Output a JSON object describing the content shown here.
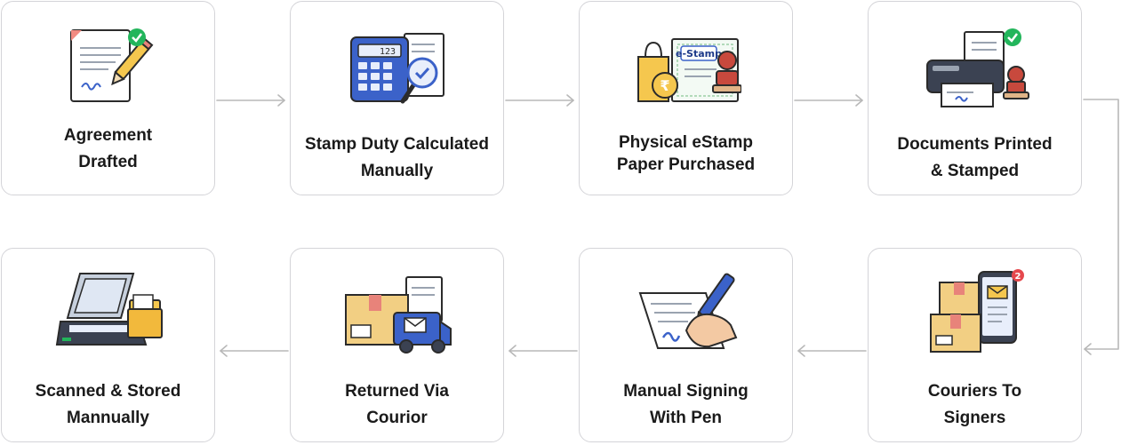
{
  "steps": [
    {
      "id": "agreement-drafted",
      "lines": [
        "Agreement",
        "Drafted"
      ],
      "icon": "agreement-pen-icon"
    },
    {
      "id": "stamp-duty-calculated",
      "lines": [
        "Stamp Duty Calculated",
        "Manually"
      ],
      "icon": "calculator-magnifier-icon"
    },
    {
      "id": "estamp-purchased",
      "lines": [
        "Physical eStamp",
        "Paper Purchased"
      ],
      "icon": "estamp-paper-icon",
      "badge_text": "e-Stamp"
    },
    {
      "id": "documents-printed",
      "lines": [
        "Documents Printed",
        "& Stamped"
      ],
      "icon": "printer-stamp-icon"
    },
    {
      "id": "couriers-to-signers",
      "lines": [
        "Couriers To",
        "Signers"
      ],
      "icon": "courier-boxes-phone-icon",
      "notification_count": "2"
    },
    {
      "id": "manual-signing",
      "lines": [
        "Manual Signing",
        "With Pen"
      ],
      "icon": "hand-signing-icon"
    },
    {
      "id": "returned-via-courior",
      "lines": [
        "Returned Via",
        "Courior"
      ],
      "icon": "delivery-truck-icon"
    },
    {
      "id": "scanned-stored",
      "lines": [
        "Scanned & Stored",
        "Mannually"
      ],
      "icon": "scanner-folder-icon"
    }
  ],
  "colors": {
    "border": "#d4d4d8",
    "arrow": "#b8b8b8",
    "text": "#1a1a1a",
    "accent_blue": "#3b62c9",
    "check_green": "#22b55b",
    "box_tan": "#f2cf83",
    "stamp_red": "#c8493d"
  }
}
